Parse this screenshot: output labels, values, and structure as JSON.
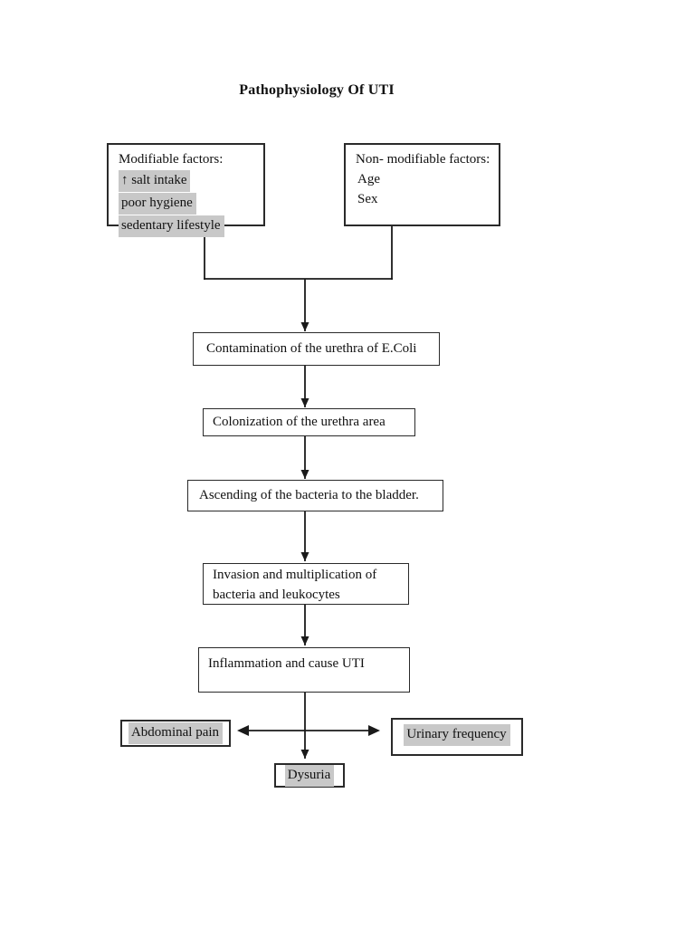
{
  "page": {
    "title": "Pathophysiology Of UTI"
  },
  "factors": {
    "modifiable": {
      "heading": "Modifiable factors:",
      "items": [
        "↑ salt intake",
        "poor hygiene",
        "sedentary lifestyle"
      ]
    },
    "non_modifiable": {
      "heading": "Non- modifiable factors:",
      "items": [
        "Age",
        "Sex"
      ]
    }
  },
  "flow": [
    "Contamination of the urethra of E.Coli",
    "Colonization of the urethra area",
    "Ascending of the bacteria to the bladder.",
    "Invasion and multiplication of bacteria and leukocytes",
    "Inflammation and cause UTI"
  ],
  "symptoms": {
    "left": "Abdominal pain",
    "right": "Urinary frequency",
    "bottom": "Dysuria"
  },
  "colors": {
    "highlight": "#c8c8c8",
    "line": "#1a1a1a",
    "border": "#2a2a2a",
    "text": "#111111",
    "background": "#ffffff"
  }
}
